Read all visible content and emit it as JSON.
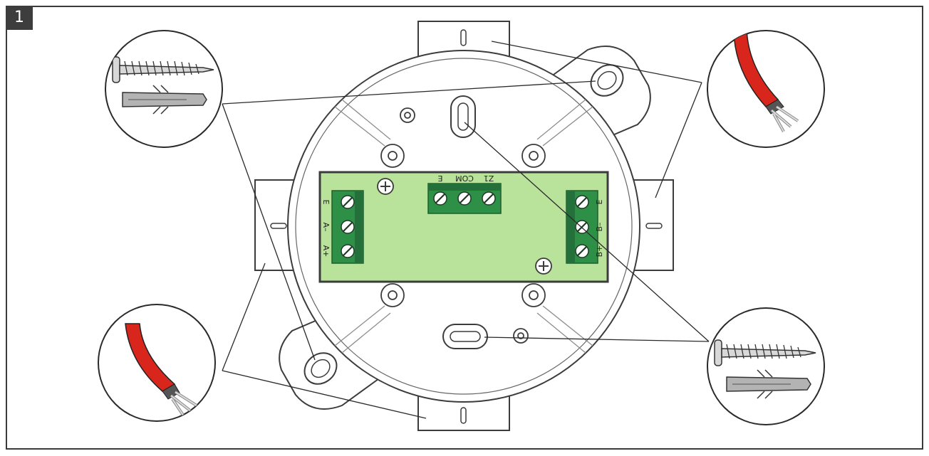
{
  "figure": {
    "number": "1"
  },
  "terminals": {
    "left": [
      "E",
      "A–",
      "A+"
    ],
    "top": [
      "E",
      "COM",
      "Z1"
    ],
    "right": [
      "E",
      "B–",
      "B+"
    ]
  },
  "callouts": {
    "top_left": "screw-and-wall-plug",
    "top_right": "cable",
    "bottom_left": "cable",
    "bottom_right": "screw-and-wall-plug"
  },
  "colors": {
    "pcb": "#b9e29a",
    "terminal_block": "#2e8f46",
    "cable": "#d9261c",
    "plug": "#b3b3b3",
    "outline": "#3c3c3c"
  }
}
